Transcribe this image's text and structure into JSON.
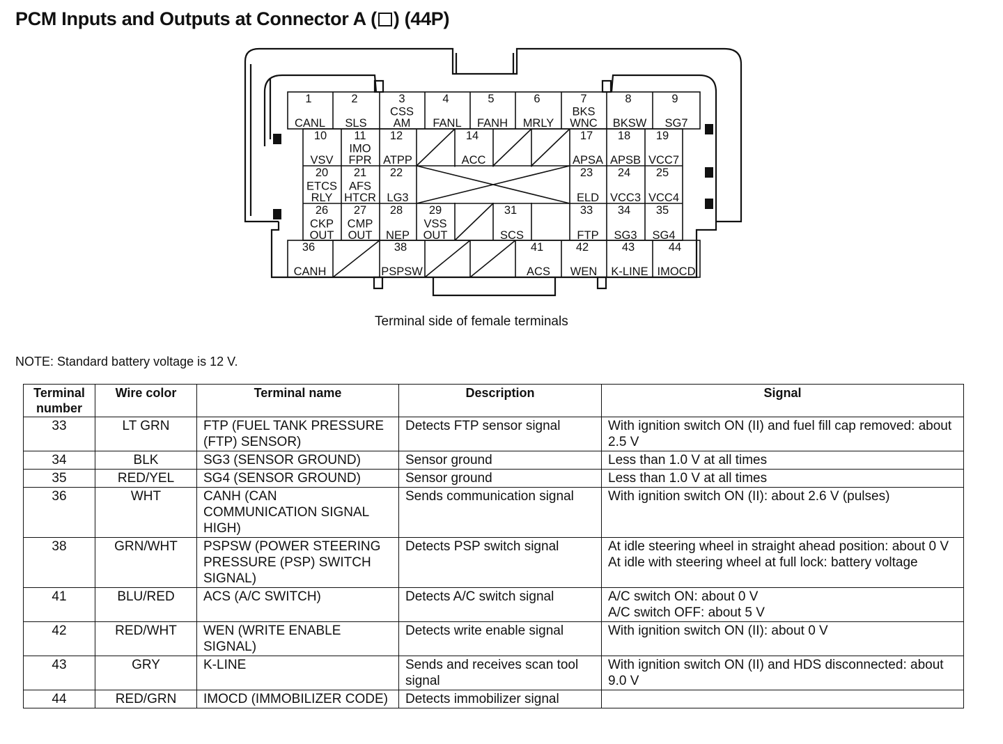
{
  "header": {
    "title_before": "PCM Inputs and Outputs at Connector A (",
    "title_after": ") (44P)"
  },
  "connector": {
    "caption": "Terminal side of female terminals",
    "pins": [
      {
        "num": "1",
        "lines": [
          "CANL"
        ]
      },
      {
        "num": "2",
        "lines": [
          "SLS"
        ]
      },
      {
        "num": "3",
        "lines": [
          "CSS",
          "AM"
        ]
      },
      {
        "num": "4",
        "lines": [
          "FANL"
        ]
      },
      {
        "num": "5",
        "lines": [
          "FANH"
        ]
      },
      {
        "num": "6",
        "lines": [
          "MRLY"
        ]
      },
      {
        "num": "7",
        "lines": [
          "BKS",
          "WNC"
        ]
      },
      {
        "num": "8",
        "lines": [
          "BKSW"
        ]
      },
      {
        "num": "9",
        "lines": [
          "SG7"
        ]
      },
      {
        "num": "10",
        "lines": [
          "VSV"
        ]
      },
      {
        "num": "11",
        "lines": [
          "IMO",
          "FPR"
        ]
      },
      {
        "num": "12",
        "lines": [
          "ATPP"
        ]
      },
      {
        "num": "14",
        "lines": [
          "ACC"
        ]
      },
      {
        "num": "17",
        "lines": [
          "APSA"
        ]
      },
      {
        "num": "18",
        "lines": [
          "APSB"
        ]
      },
      {
        "num": "19",
        "lines": [
          "VCC7"
        ]
      },
      {
        "num": "20",
        "lines": [
          "ETCS",
          "RLY"
        ]
      },
      {
        "num": "21",
        "lines": [
          "AFS",
          "HTCR"
        ]
      },
      {
        "num": "22",
        "lines": [
          "LG3"
        ]
      },
      {
        "num": "23",
        "lines": [
          "ELD"
        ]
      },
      {
        "num": "24",
        "lines": [
          "VCC3"
        ]
      },
      {
        "num": "25",
        "lines": [
          "VCC4"
        ]
      },
      {
        "num": "26",
        "lines": [
          "CKP",
          "OUT"
        ]
      },
      {
        "num": "27",
        "lines": [
          "CMP",
          "OUT"
        ]
      },
      {
        "num": "28",
        "lines": [
          "NEP"
        ]
      },
      {
        "num": "29",
        "lines": [
          "VSS",
          "OUT"
        ]
      },
      {
        "num": "31",
        "lines": [
          "SCS"
        ]
      },
      {
        "num": "33",
        "lines": [
          "FTP"
        ]
      },
      {
        "num": "34",
        "lines": [
          "SG3"
        ]
      },
      {
        "num": "35",
        "lines": [
          "SG4"
        ]
      },
      {
        "num": "36",
        "lines": [
          "CANH"
        ]
      },
      {
        "num": "38",
        "lines": [
          "PSPSW"
        ]
      },
      {
        "num": "41",
        "lines": [
          "ACS"
        ]
      },
      {
        "num": "42",
        "lines": [
          "WEN"
        ]
      },
      {
        "num": "43",
        "lines": [
          "K-LINE"
        ]
      },
      {
        "num": "44",
        "lines": [
          "IMOCD"
        ]
      }
    ]
  },
  "note": "NOTE: Standard battery voltage is 12 V.",
  "table": {
    "headers": [
      "Terminal number",
      "Wire color",
      "Terminal name",
      "Description",
      "Signal"
    ],
    "rows": [
      {
        "terminal": "33",
        "wire": "LT GRN",
        "name": "FTP (FUEL TANK PRESSURE (FTP) SENSOR)",
        "description": "Detects FTP sensor signal",
        "signal": [
          "With ignition switch ON (II) and fuel fill cap removed: about 2.5 V"
        ]
      },
      {
        "terminal": "34",
        "wire": "BLK",
        "name": "SG3 (SENSOR GROUND)",
        "description": "Sensor ground",
        "signal": [
          "Less than 1.0 V at all times"
        ]
      },
      {
        "terminal": "35",
        "wire": "RED/YEL",
        "name": "SG4 (SENSOR GROUND)",
        "description": "Sensor ground",
        "signal": [
          "Less than 1.0 V at all times"
        ]
      },
      {
        "terminal": "36",
        "wire": "WHT",
        "name": "CANH (CAN COMMUNICATION SIGNAL HIGH)",
        "description": "Sends communication signal",
        "signal": [
          "With ignition switch ON (II): about 2.6 V (pulses)"
        ]
      },
      {
        "terminal": "38",
        "wire": "GRN/WHT",
        "name": "PSPSW (POWER STEERING PRESSURE (PSP) SWITCH SIGNAL)",
        "description": "Detects PSP switch signal",
        "signal": [
          "At idle steering wheel in straight ahead position: about 0 V",
          "At idle with steering wheel at full lock: battery voltage"
        ]
      },
      {
        "terminal": "41",
        "wire": "BLU/RED",
        "name": "ACS (A/C SWITCH)",
        "description": "Detects A/C switch signal",
        "signal": [
          "A/C switch ON: about 0 V",
          "A/C switch OFF: about 5 V"
        ]
      },
      {
        "terminal": "42",
        "wire": "RED/WHT",
        "name": "WEN (WRITE ENABLE SIGNAL)",
        "description": "Detects write enable signal",
        "signal": [
          "With ignition switch ON (II): about 0 V"
        ]
      },
      {
        "terminal": "43",
        "wire": "GRY",
        "name": "K-LINE",
        "description": "Sends and receives scan tool signal",
        "signal": [
          "With ignition switch ON (II) and HDS disconnected: about 9.0 V"
        ]
      },
      {
        "terminal": "44",
        "wire": "RED/GRN",
        "name": "IMOCD (IMMOBILIZER CODE)",
        "description": "Detects immobilizer signal",
        "signal": []
      }
    ]
  }
}
